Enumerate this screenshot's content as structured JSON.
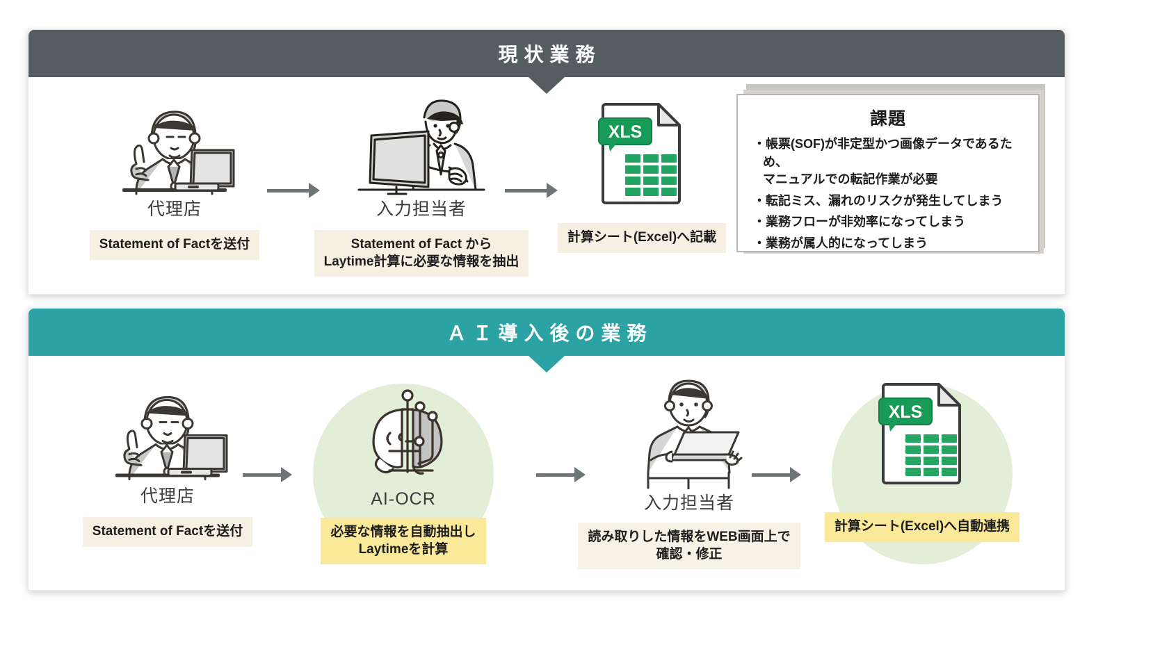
{
  "sections": [
    {
      "id": "current",
      "band_label": "現状業務",
      "band_color": "#555d60",
      "steps": [
        {
          "icon": "businessman-pointing-laptop-icon",
          "title": "代理店",
          "caption": "Statement of Factを送付",
          "caption_style": "beige"
        },
        {
          "icon": "operator-at-monitor-icon",
          "title": "入力担当者",
          "caption": "Statement of Fact から\nLaytime計算に必要な情報を抽出",
          "caption_style": "beige"
        },
        {
          "icon": "xls-file-icon",
          "title": "",
          "caption": "計算シート(Excel)へ記載",
          "caption_style": "beige"
        }
      ],
      "issue_box": {
        "title": "課題",
        "items": [
          "・帳票(SOF)が非定型かつ画像データであるため、\n  マニュアルでの転記作業が必要",
          "・転記ミス、漏れのリスクが発生してしまう",
          "・業務フローが非効率になってしまう",
          "・業務が属人的になってしまう"
        ]
      }
    },
    {
      "id": "future",
      "band_label": "ＡＩ導入後の業務",
      "band_color": "#2ba3a5",
      "steps": [
        {
          "icon": "businessman-pointing-laptop-icon",
          "title": "代理店",
          "caption": "Statement of Factを送付",
          "caption_style": "beige"
        },
        {
          "icon": "ai-brain-circuit-icon",
          "title": "AI-OCR",
          "caption": "必要な情報を自動抽出し\nLaytimeを計算",
          "caption_style": "yellow"
        },
        {
          "icon": "operator-holding-laptop-icon",
          "title": "入力担当者",
          "caption": "読み取りした情報をWEB画面上で\n確認・修正",
          "caption_style": "beige"
        },
        {
          "icon": "xls-file-icon",
          "title": "",
          "caption": "計算シート(Excel)へ自動連携",
          "caption_style": "yellow"
        }
      ]
    }
  ],
  "xls_badge_label": "XLS",
  "colors": {
    "band_current": "#555d60",
    "band_future": "#2ba3a5",
    "caption_beige": "#f6f0e2",
    "caption_yellow": "#fbe99a",
    "blob_green": "#e3eed8",
    "arrow_gray": "#6e7577",
    "excel_green": "#17a05e"
  }
}
